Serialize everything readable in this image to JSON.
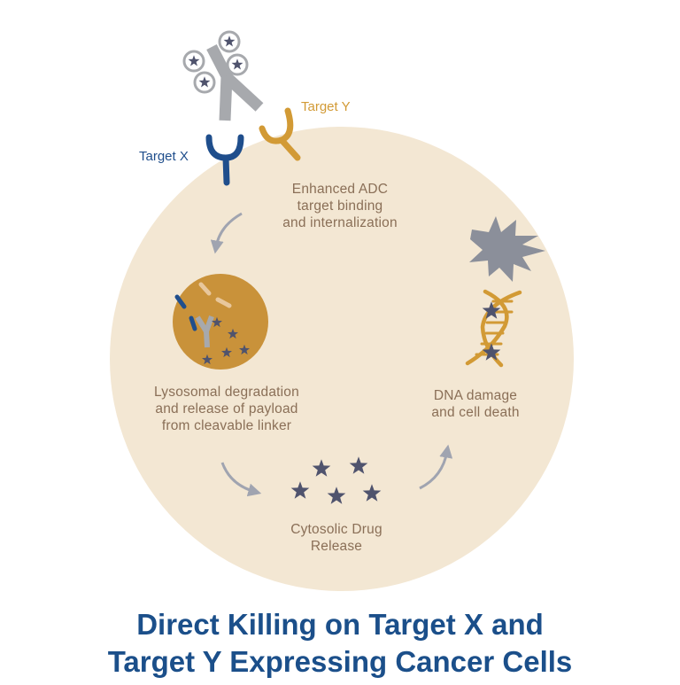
{
  "labels": {
    "target_x": "Target X",
    "target_y": "Target Y",
    "step1": [
      "Enhanced ADC",
      "target binding",
      "and internalization"
    ],
    "step2": [
      "Lysosomal degradation",
      "and release of payload",
      "from cleavable linker"
    ],
    "step3": [
      "Cytosolic Drug",
      "Release"
    ],
    "step4": [
      "DNA damage",
      "and cell death"
    ]
  },
  "title": [
    "Direct Killing on Target X and",
    "Target Y Expressing Cancer Cells"
  ],
  "colors": {
    "cell": "#f3e7d3",
    "target_x": "#1f4e8c",
    "target_y": "#d29a35",
    "lysosome": "#c9923a",
    "antibody": "#a7a9ad",
    "payload": "#4f536d",
    "arrow": "#a0a4b0",
    "damage": "#8b8f9a",
    "dna": "#d29a35",
    "label_text": "#8a6f57",
    "title": "#1b4f8a"
  },
  "icons": [
    "antibody-drug-conjugate-icon",
    "target-x-receptor-icon",
    "target-y-receptor-icon",
    "lysosome-icon",
    "payload-star-icon",
    "dna-icon",
    "damage-burst-icon",
    "arrow-icon"
  ]
}
